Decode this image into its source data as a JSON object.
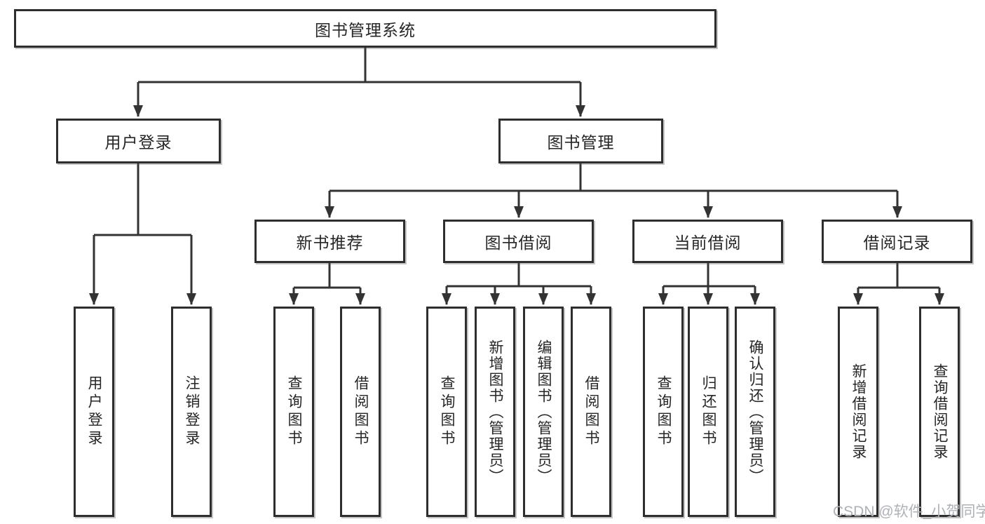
{
  "diagram": {
    "title": "图书管理系统",
    "root": "图书管理系统",
    "branches": [
      {
        "label": "用户登录",
        "children": [
          "用户登录",
          "注销登录"
        ]
      },
      {
        "label": "图书管理",
        "children": [
          {
            "label": "新书推荐",
            "children": [
              "查询图书",
              "借阅图书"
            ]
          },
          {
            "label": "图书借阅",
            "children": [
              "查询图书",
              "新增图书（管理员）",
              "编辑图书（管理员）",
              "借阅图书"
            ]
          },
          {
            "label": "当前借阅",
            "children": [
              "查询图书",
              "归还图书",
              "确认归还（管理员）"
            ]
          },
          {
            "label": "借阅记录",
            "children": [
              "新增借阅记录",
              "查询借阅记录"
            ]
          }
        ]
      }
    ]
  },
  "watermark": "CSDN @软件_小贺同学",
  "colors": {
    "line": "#333333",
    "border": "#2e2e2e",
    "text": "#262626",
    "watermark": "#aeb2b8",
    "background": "#ffffff"
  }
}
